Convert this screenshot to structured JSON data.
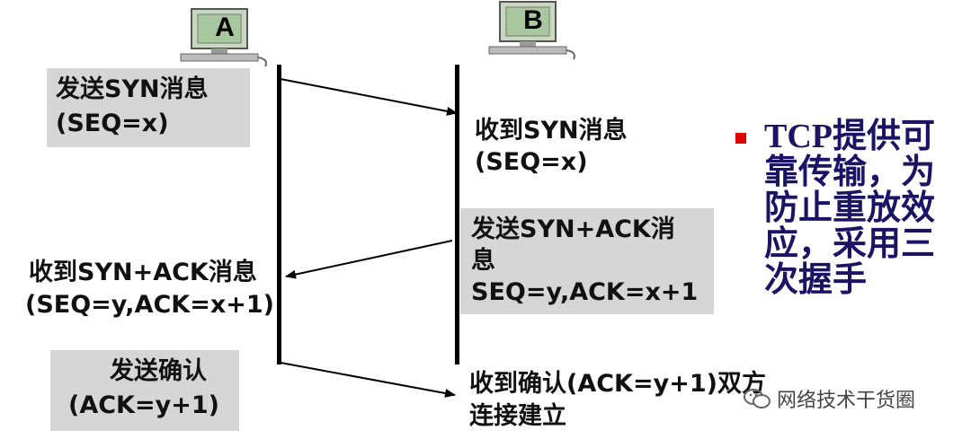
{
  "hosts": {
    "a": "A",
    "b": "B"
  },
  "steps": {
    "a_send_syn": {
      "line1": "发送SYN消息",
      "line2": "(SEQ=x)"
    },
    "b_recv_syn": {
      "line1": "收到SYN消息",
      "line2": "(SEQ=x)"
    },
    "b_send_synack": {
      "line1": "发送SYN+ACK消",
      "line2": "息",
      "line3": "SEQ=y,ACK=x+1"
    },
    "a_recv_synack": {
      "line1": "收到SYN+ACK消息",
      "line2": "(SEQ=y,ACK=x+1)"
    },
    "a_send_ack": {
      "line1": "发送确认",
      "line2": "(ACK=y+1)"
    },
    "b_recv_ack": {
      "line1": "收到确认(ACK=y+1)双方",
      "line2": "连接建立"
    }
  },
  "note": {
    "text": "TCP提供可靠传输，为防止重放效应，采用三次握手"
  },
  "watermark": {
    "text": "网络技术干货圈"
  },
  "colors": {
    "box": "#d6d6d6",
    "note_text": "#1b1464",
    "bullet": "#e00000"
  }
}
